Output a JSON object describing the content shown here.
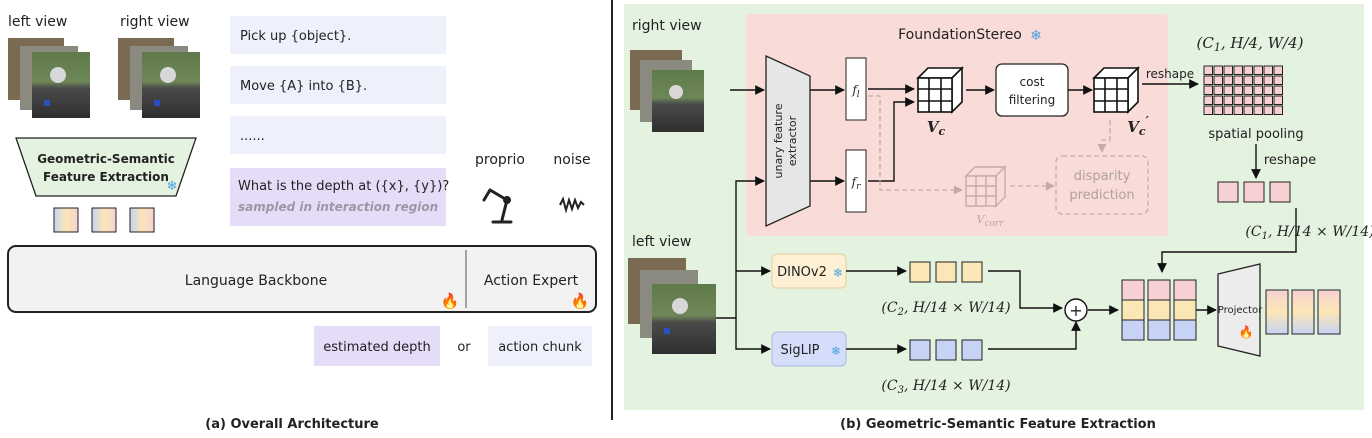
{
  "left_panel": {
    "caption": "(a) Overall Architecture",
    "left_view_label": "left view",
    "right_view_label": "right view",
    "gsfe_title_line1": "Geometric-Semantic",
    "gsfe_title_line2": "Feature Extraction",
    "prompts": [
      "Pick up {object}.",
      "Move {A} into {B}.",
      "......"
    ],
    "depth_query": "What is the depth at ({x}, {y})?",
    "depth_query_note": "sampled in interaction region",
    "proprio_label": "proprio",
    "noise_label": "noise",
    "backbone_label": "Language Backbone",
    "action_expert_label": "Action Expert",
    "output_depth": "estimated depth",
    "output_or": "or",
    "output_action": "action chunk",
    "icons": [
      "snowflake-icon",
      "fire-icon",
      "robot-arm-icon",
      "noise-wave-icon"
    ]
  },
  "right_panel": {
    "caption": "(b) Geometric-Semantic Feature Extraction",
    "right_view_label": "right view",
    "left_view_label": "left view",
    "foundation_stereo_label": "FoundationStereo",
    "unary_line1": "unary feature",
    "unary_line2": "extractor",
    "fl": "f_l",
    "fr": "f_r",
    "vc": "V_c",
    "vc_prime": "V_c'",
    "vcorr": "V_corr",
    "cost_line1": "cost",
    "cost_line2": "filtering",
    "disp_line1": "disparity",
    "disp_line2": "prediction",
    "reshape_top": "reshape",
    "spatial_pooling": "spatial pooling",
    "reshape_mid": "reshape",
    "dinov2": "DINOv2",
    "siglip": "SigLIP",
    "projector": "Projector",
    "plus": "+",
    "shape_top": "(C1, H/4, W/4)",
    "shape_c1": "(C1, H/14 × W/14)",
    "shape_c2": "(C2, H/14 × W/14)",
    "shape_c3": "(C3, H/14 × W/14)",
    "colors": {
      "background_green": "#e4f2e0",
      "stereo_pink": "#f9dcd8",
      "prompt_blue": "#eef1fb",
      "query_purple": "#e5dcf7",
      "dino_yellow": "#fdf0d4",
      "siglip_blue": "#d4defa",
      "token_pink": "#f6d0d2",
      "token_yellow": "#fbe6b5",
      "token_blue": "#c7d3f4"
    }
  }
}
